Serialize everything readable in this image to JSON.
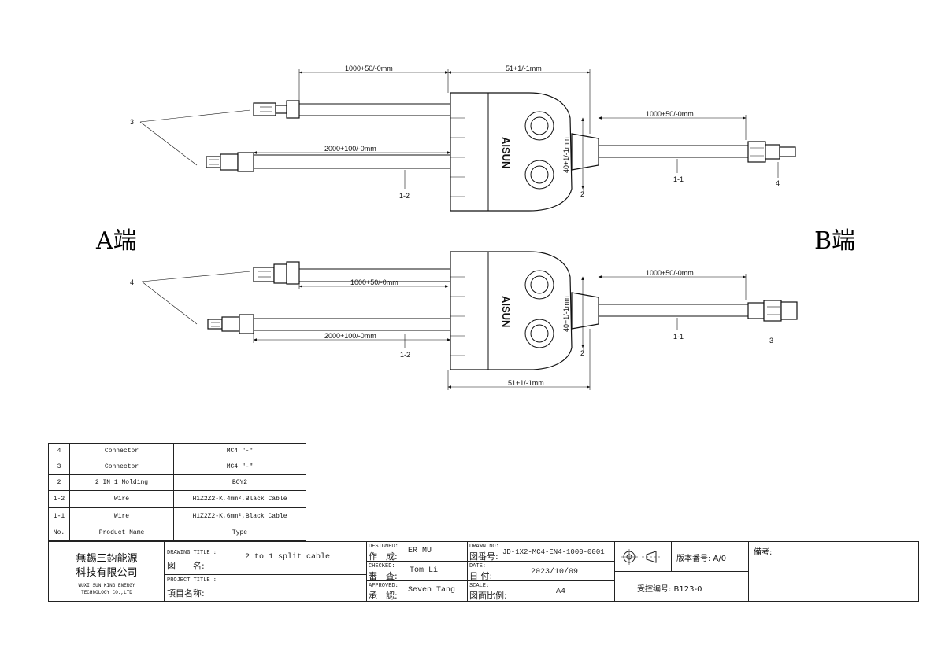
{
  "side_labels": {
    "a": "A端",
    "b": "B端"
  },
  "molding_brand": "AISUN",
  "top_view": {
    "dims": {
      "upper_branch": "1000+50/-0mm",
      "body_width": "51+1/-1mm",
      "output_cable": "1000+50/-0mm",
      "lower_branch": "2000+100/-0mm",
      "body_height": "40+1/-1mm"
    },
    "callouts": {
      "connectors": "3",
      "branch_wire": "1-2",
      "molding": "2",
      "output_wire": "1-1",
      "output_connector": "4"
    }
  },
  "bottom_view": {
    "dims": {
      "upper_branch": "1000+50/-0mm",
      "body_width": "51+1/-1mm",
      "output_cable": "1000+50/-0mm",
      "lower_branch": "2000+100/-0mm",
      "body_height": "40+1/-1mm"
    },
    "callouts": {
      "connectors": "4",
      "branch_wire": "1-2",
      "molding": "2",
      "output_wire": "1-1",
      "output_connector": "3"
    }
  },
  "bom": {
    "rows": [
      {
        "no": "4",
        "name": "Connector",
        "type": "MC4 \"-\""
      },
      {
        "no": "3",
        "name": "Connector",
        "type": "MC4 \"-\""
      },
      {
        "no": "2",
        "name": "2 IN 1 Molding",
        "type": "BOY2"
      },
      {
        "no": "1-2",
        "name": "Wire",
        "type": "H1Z2Z2-K,4mm²,Black Cable"
      },
      {
        "no": "1-1",
        "name": "Wire",
        "type": "H1Z2Z2-K,6mm²,Black Cable"
      }
    ],
    "header": {
      "no": "No.",
      "name": "Product Name",
      "type": "Type"
    }
  },
  "title_block": {
    "company_cn_1": "無錫三鈞能源",
    "company_cn_2": "科技有限公司",
    "company_en_1": "WUXI SUN KING ENERGY",
    "company_en_2": "TECHNOLOGY CO.,LTD",
    "drawing_title_label": "DRAWING TITLE :",
    "drawing_title_label_cn": "図　　名:",
    "drawing_title": "2 to 1 split cable",
    "project_title_label": "PROJECT TITLE :",
    "project_title_label_cn": "項目名称:",
    "designed_label": "DESIGNED:",
    "designed_label_cn": "作　成:",
    "designed": "ER MU",
    "checked_label": "CHECKED:",
    "checked_label_cn": "審　査:",
    "checked": "Tom Li",
    "approved_label": "APPROVED:",
    "approved_label_cn": "承　認:",
    "approved": "Seven Tang",
    "drawing_no_label": "DRAWN NO:",
    "drawing_no_label_cn": "図番号:",
    "drawing_no": "JD-1X2-MC4-EN4-1000-0001",
    "date_label": "DATE:",
    "date_label_cn": "日 付:",
    "date": "2023/10/09",
    "scale_label": "SCALE:",
    "scale_label_cn": "図面比例:",
    "scale": "A4",
    "version": "版本番号: A/0",
    "control_no": "受控编号: B123-0",
    "remarks": "備考:"
  }
}
